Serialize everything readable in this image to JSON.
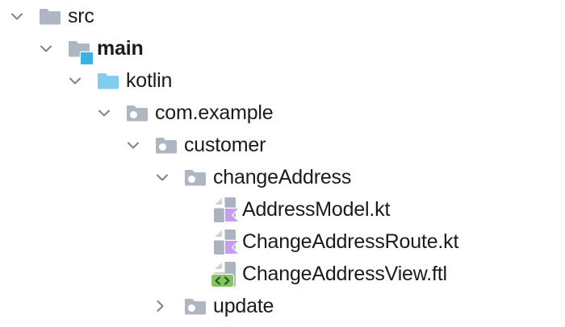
{
  "tree": {
    "rows": [
      {
        "label": "src",
        "level": 0,
        "chevron": "down",
        "icon": "folder-icon",
        "bold": false,
        "expanded": true
      },
      {
        "label": "main",
        "level": 1,
        "chevron": "down",
        "icon": "sources-root-folder-icon",
        "bold": true,
        "expanded": true
      },
      {
        "label": "kotlin",
        "level": 2,
        "chevron": "down",
        "icon": "kotlin-folder-icon",
        "bold": false,
        "expanded": true
      },
      {
        "label": "com.example",
        "level": 3,
        "chevron": "down",
        "icon": "package-folder-icon",
        "bold": false,
        "expanded": true
      },
      {
        "label": "customer",
        "level": 4,
        "chevron": "down",
        "icon": "package-folder-icon",
        "bold": false,
        "expanded": true
      },
      {
        "label": "changeAddress",
        "level": 5,
        "chevron": "down",
        "icon": "package-folder-icon",
        "bold": false,
        "expanded": true
      },
      {
        "label": "AddressModel.kt",
        "level": 6,
        "chevron": "none",
        "icon": "kotlin-file-icon",
        "bold": false,
        "expanded": null
      },
      {
        "label": "ChangeAddressRoute.kt",
        "level": 6,
        "chevron": "none",
        "icon": "kotlin-file-icon",
        "bold": false,
        "expanded": null
      },
      {
        "label": "ChangeAddressView.ftl",
        "level": 6,
        "chevron": "none",
        "icon": "freemarker-template-file-icon",
        "bold": false,
        "expanded": null
      },
      {
        "label": "update",
        "level": 5,
        "chevron": "right",
        "icon": "package-folder-icon",
        "bold": false,
        "expanded": false
      }
    ]
  },
  "colors": {
    "background": "#FFFFFF",
    "text": "#1B1B1D",
    "chevron_gray": "#7A838E",
    "folder_gray": "#AEB7C1",
    "document_gray": "#AAB3BE",
    "fold_corner_light_gray": "#CBD2D9",
    "kotlin_folder_blue": "#82CCF0",
    "sources_root_badge_blue": "#3CB1E6",
    "package_dot_white": "#FFFFFF",
    "kotlin_badge_purple": "#C89BF4",
    "freemarker_badge_green": "#86C463",
    "freemarker_glyph_green": "#2C5C1A"
  }
}
